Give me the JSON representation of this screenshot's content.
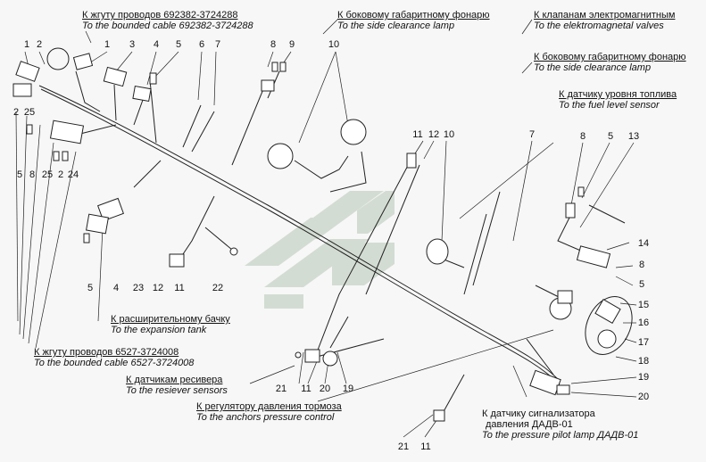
{
  "labels": {
    "bounded_692382": {
      "ru": "К жгуту проводов 692382-3724288",
      "en": "To the bounded cable 692382-3724288"
    },
    "side_lamp_1": {
      "ru": "К боковому габаритному фонарю",
      "en": "To the side clearance lamp"
    },
    "valves": {
      "ru": "К клапанам электромагнитным",
      "en": "To the elektromagnetal valves"
    },
    "side_lamp_2": {
      "ru": "К боковому габаритному фонарю",
      "en": "To the side clearance lamp"
    },
    "fuel_sensor": {
      "ru": "К датчику уровня топлива",
      "en": "To the fuel level sensor"
    },
    "expansion_tank": {
      "ru": "К расширительному бачку",
      "en": "To the expansion tank"
    },
    "bounded_6527": {
      "ru": "К жгуту проводов 6527-3724008",
      "en": "To the bounded cable 6527-3724008"
    },
    "receiver": {
      "ru": "К датчикам ресивера",
      "en": "To the resiever sensors"
    },
    "brake_regulator": {
      "ru": "К регулятору давления тормоза",
      "en": "To the anchors pressure control"
    },
    "pilot_lamp": {
      "ru": "К датчику сигнализатора",
      "ru2": "давления ДАДВ-01",
      "en": "To the pressure pilot lamp ДАДВ-01"
    }
  },
  "callouts": [
    {
      "id": "c1",
      "text": "1"
    },
    {
      "id": "c2",
      "text": "2"
    },
    {
      "id": "c3",
      "text": "1"
    },
    {
      "id": "c4",
      "text": "3"
    },
    {
      "id": "c5",
      "text": "4"
    },
    {
      "id": "c6",
      "text": "5"
    },
    {
      "id": "c7",
      "text": "6"
    },
    {
      "id": "c8",
      "text": "7"
    },
    {
      "id": "c9",
      "text": "8"
    },
    {
      "id": "c10",
      "text": "9"
    },
    {
      "id": "c11",
      "text": "10"
    },
    {
      "id": "c12",
      "text": "2"
    },
    {
      "id": "c13",
      "text": "25"
    },
    {
      "id": "c14",
      "text": "5"
    },
    {
      "id": "c15",
      "text": "8"
    },
    {
      "id": "c16",
      "text": "25"
    },
    {
      "id": "c17",
      "text": "2"
    },
    {
      "id": "c18",
      "text": "24"
    },
    {
      "id": "c19",
      "text": "11"
    },
    {
      "id": "c20",
      "text": "12"
    },
    {
      "id": "c21",
      "text": "10"
    },
    {
      "id": "c22",
      "text": "7"
    },
    {
      "id": "c23",
      "text": "8"
    },
    {
      "id": "c24",
      "text": "5"
    },
    {
      "id": "c25",
      "text": "13"
    },
    {
      "id": "c26",
      "text": "14"
    },
    {
      "id": "c27",
      "text": "8"
    },
    {
      "id": "c28",
      "text": "5"
    },
    {
      "id": "c29",
      "text": "15"
    },
    {
      "id": "c30",
      "text": "16"
    },
    {
      "id": "c31",
      "text": "17"
    },
    {
      "id": "c32",
      "text": "18"
    },
    {
      "id": "c33",
      "text": "19"
    },
    {
      "id": "c34",
      "text": "20"
    },
    {
      "id": "c35",
      "text": "5"
    },
    {
      "id": "c36",
      "text": "4"
    },
    {
      "id": "c37",
      "text": "23"
    },
    {
      "id": "c38",
      "text": "12"
    },
    {
      "id": "c39",
      "text": "11"
    },
    {
      "id": "c40",
      "text": "22"
    },
    {
      "id": "c41",
      "text": "21"
    },
    {
      "id": "c42",
      "text": "11"
    },
    {
      "id": "c43",
      "text": "20"
    },
    {
      "id": "c44",
      "text": "19"
    },
    {
      "id": "c45",
      "text": "21"
    },
    {
      "id": "c46",
      "text": "11"
    }
  ],
  "colors": {
    "line": "#222222",
    "watermark": "#cfd8cf",
    "background": "#f7f7f7"
  }
}
